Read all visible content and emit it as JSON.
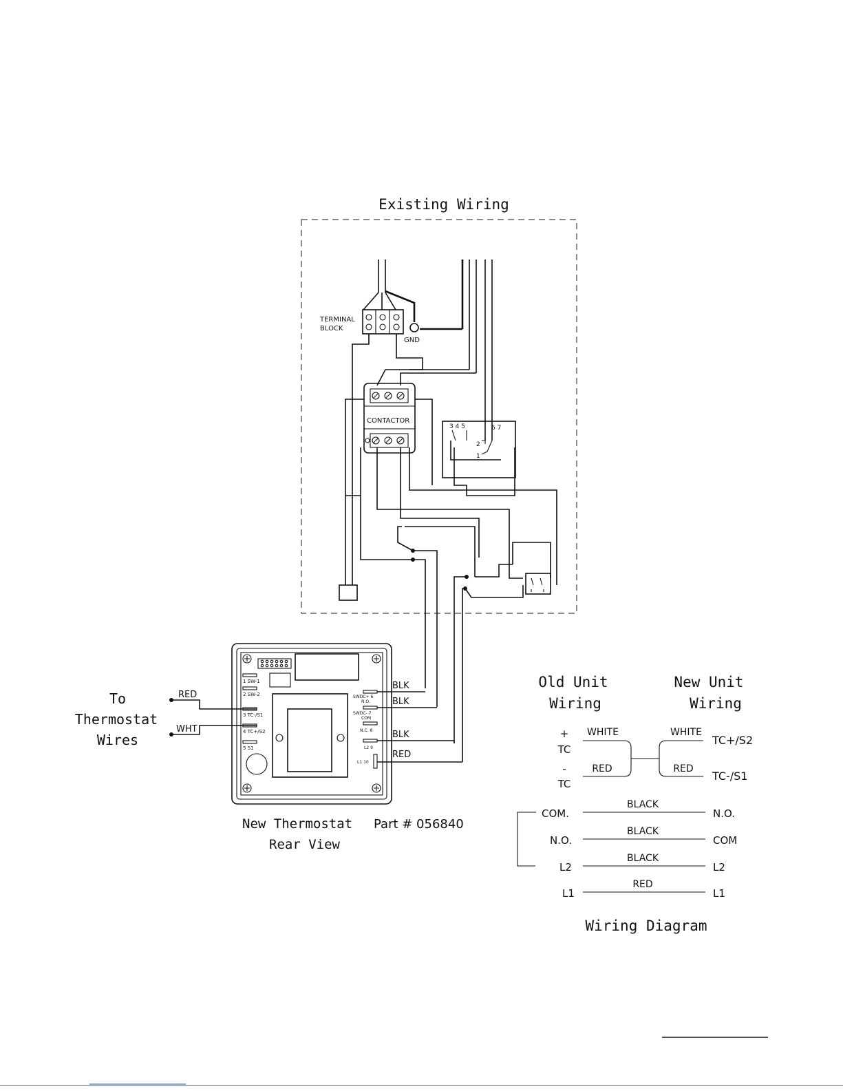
{
  "existing_wiring": {
    "title": "Existing Wiring",
    "terminal_block_line1": "TERMINAL",
    "terminal_block_line2": "BLOCK",
    "gnd": "GND",
    "contactor": "CONTACTOR",
    "switch_top_labels": "3 4 5",
    "switch_right_labels": "6 7",
    "switch_label_2": "2",
    "switch_label_1": "1"
  },
  "thermostat": {
    "left_label_line1": "To",
    "left_label_line2": "Thermostat",
    "left_label_line3": "Wires",
    "wire_red": "RED",
    "wire_wht": "WHT",
    "term_left_1": "1 SW-1",
    "term_left_2": "2 SW-2",
    "term_left_3": "3 TC-/S1",
    "term_left_4": "4 TC+/S2",
    "term_left_5": "5 S1",
    "term_right_6a": "SWDC+ 6",
    "term_right_6b": "N.O.",
    "term_right_7a": "SWDC- 7",
    "term_right_7b": "COM",
    "term_right_8": "N.C. 8",
    "term_right_9": "L2 9",
    "term_right_10": "L1 10",
    "wire_blk_1": "BLK",
    "wire_blk_2": "BLK",
    "wire_blk_3": "BLK",
    "wire_red_right": "RED",
    "caption_line1": "New Thermostat",
    "part_number": "Part # 056840",
    "caption_line2": "Rear View"
  },
  "wiring_table": {
    "old_header_line1": "Old Unit",
    "old_header_line2": "Wiring",
    "new_header_line1": "New Unit",
    "new_header_line2": "Wiring",
    "plus": "+",
    "tc_plus": "TC",
    "minus": "-",
    "tc_minus": "TC",
    "white_left": "WHITE",
    "white_right": "WHITE",
    "red_left": "RED",
    "red_right": "RED",
    "tcp_s2": "TC+/S2",
    "tcm_s1": "TC-/S1",
    "rows": [
      {
        "left": "COM.",
        "color": "BLACK",
        "right": "N.O."
      },
      {
        "left": "N.O.",
        "color": "BLACK",
        "right": "COM"
      },
      {
        "left": "L2",
        "color": "BLACK",
        "right": "L2"
      },
      {
        "left": "L1",
        "color": "RED",
        "right": "L1"
      }
    ],
    "title": "Wiring Diagram"
  }
}
